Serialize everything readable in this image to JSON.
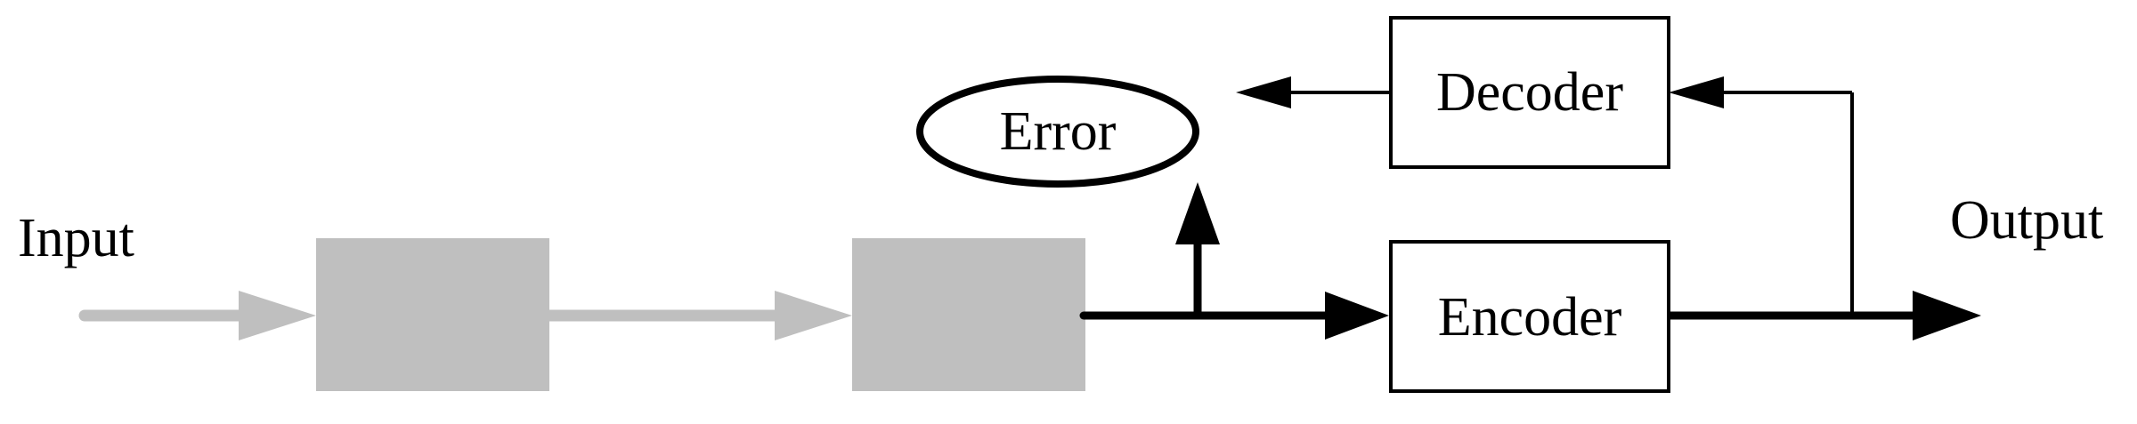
{
  "diagram": {
    "labels": {
      "input": "Input",
      "output": "Output",
      "error": "Error",
      "encoder": "Encoder",
      "decoder": "Decoder"
    },
    "colors": {
      "ink": "#000000",
      "gray": "#bfbfbf",
      "background": "#ffffff"
    }
  }
}
